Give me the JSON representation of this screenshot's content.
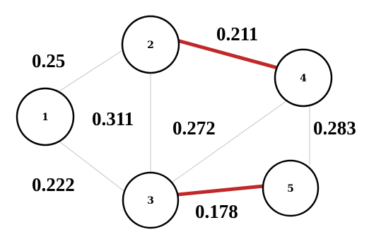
{
  "colors": {
    "highlight_edge": "#c0282a",
    "plain_edge": "#c4c4c4",
    "node_stroke": "#000000"
  },
  "nodes": [
    {
      "id": "1",
      "label": "1"
    },
    {
      "id": "2",
      "label": "2"
    },
    {
      "id": "3",
      "label": "3"
    },
    {
      "id": "4",
      "label": "4"
    },
    {
      "id": "5",
      "label": "5"
    }
  ],
  "edges": [
    {
      "from": "1",
      "to": "2",
      "weight": "0.25",
      "highlighted": false
    },
    {
      "from": "1",
      "to": "3",
      "weight": "0.222",
      "highlighted": false
    },
    {
      "from": "2",
      "to": "3",
      "weight": "0.311",
      "highlighted": false
    },
    {
      "from": "2",
      "to": "4",
      "weight": "0.211",
      "highlighted": true
    },
    {
      "from": "3",
      "to": "4",
      "weight": "0.272",
      "highlighted": false
    },
    {
      "from": "3",
      "to": "5",
      "weight": "0.178",
      "highlighted": true
    },
    {
      "from": "4",
      "to": "5",
      "weight": "0.283",
      "highlighted": false
    }
  ]
}
